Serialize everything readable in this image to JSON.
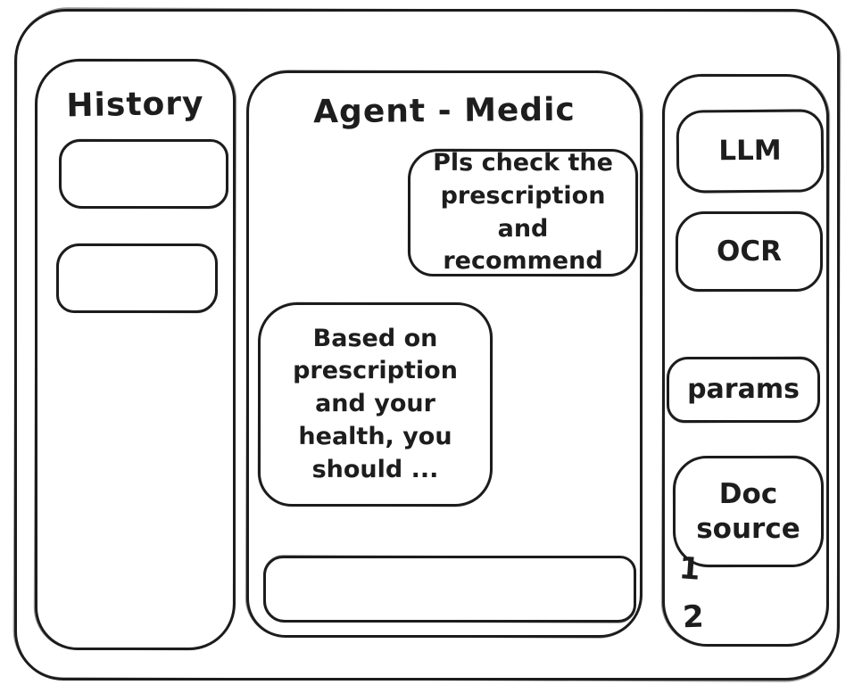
{
  "app_title": "Agent - Medic",
  "colors": {
    "ink": "#1d1d1d",
    "background": "#ffffff"
  },
  "history_panel": {
    "title": "History",
    "items": [
      {
        "label": ""
      },
      {
        "label": ""
      }
    ]
  },
  "chat_panel": {
    "title": "Agent - Medic",
    "messages": [
      {
        "role": "user",
        "text": "Pls check the prescription and recommend"
      },
      {
        "role": "assistant",
        "text": "Based on prescription and your health, you should ..."
      }
    ],
    "input": {
      "value": "",
      "placeholder": ""
    }
  },
  "tools_panel": {
    "buttons": [
      {
        "label": "LLM"
      },
      {
        "label": "OCR"
      },
      {
        "label": "params"
      },
      {
        "label": "Doc source"
      }
    ],
    "doc_source_items": [
      "1",
      "2"
    ]
  }
}
